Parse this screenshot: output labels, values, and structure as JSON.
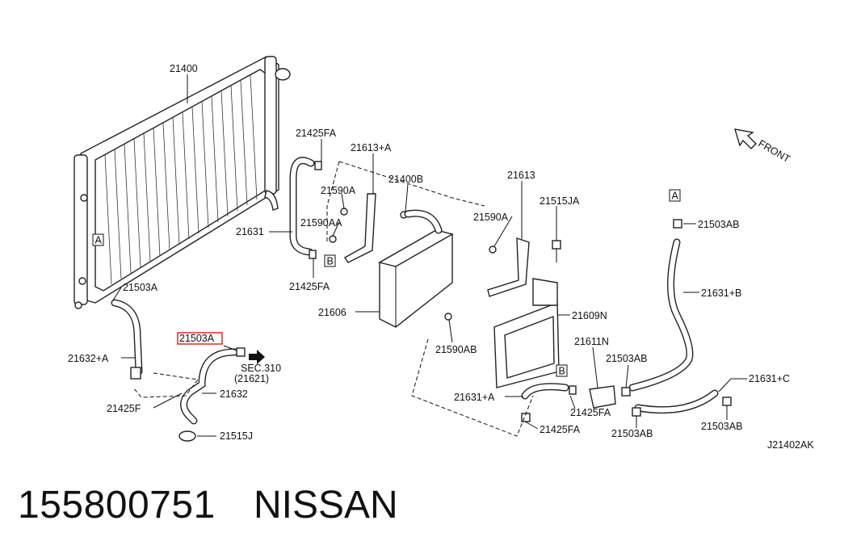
{
  "labels": {
    "p21400": "21400",
    "p21425fa_top": "21425FA",
    "p21613a": "21613+A",
    "p21400b": "21400B",
    "p21613": "21613",
    "p21590a_left": "21590A",
    "p21590a_right": "21590A",
    "p21515ja": "21515JA",
    "p21590aa": "21590AA",
    "p21631": "21631",
    "p21425fa_mid": "21425FA",
    "p21503a": "21503A",
    "p21606": "21606",
    "p21609n": "21609N",
    "p21503a_highlight": "21503A",
    "sec310": "SEC.310",
    "sec310_sub": "(21621)",
    "p21590ab": "21590AB",
    "p21611n": "21611N",
    "p21503ab_mid": "21503AB",
    "p21632a": "21632+A",
    "p21632": "21632",
    "p21631a": "21631+A",
    "p21425f": "21425F",
    "p21425fa_low": "21425FA",
    "p21425fa_bottom": "21425FA",
    "p21515j": "21515J",
    "p21503ab_low": "21503AB",
    "p21503ab_top": "21503AB",
    "p21631b": "21631+B",
    "p21631c": "21631+C",
    "p21503ab_right": "21503AB",
    "front": "FRONT",
    "drawing_code": "J21402AK"
  },
  "ref_marks": {
    "a_left": "A",
    "a_right": "A",
    "b_mid": "B",
    "b_low": "B"
  },
  "caption": {
    "part_number": "155800751",
    "brand": "NISSAN"
  },
  "colors": {
    "highlight": "#e0281e",
    "ink": "#111111"
  }
}
